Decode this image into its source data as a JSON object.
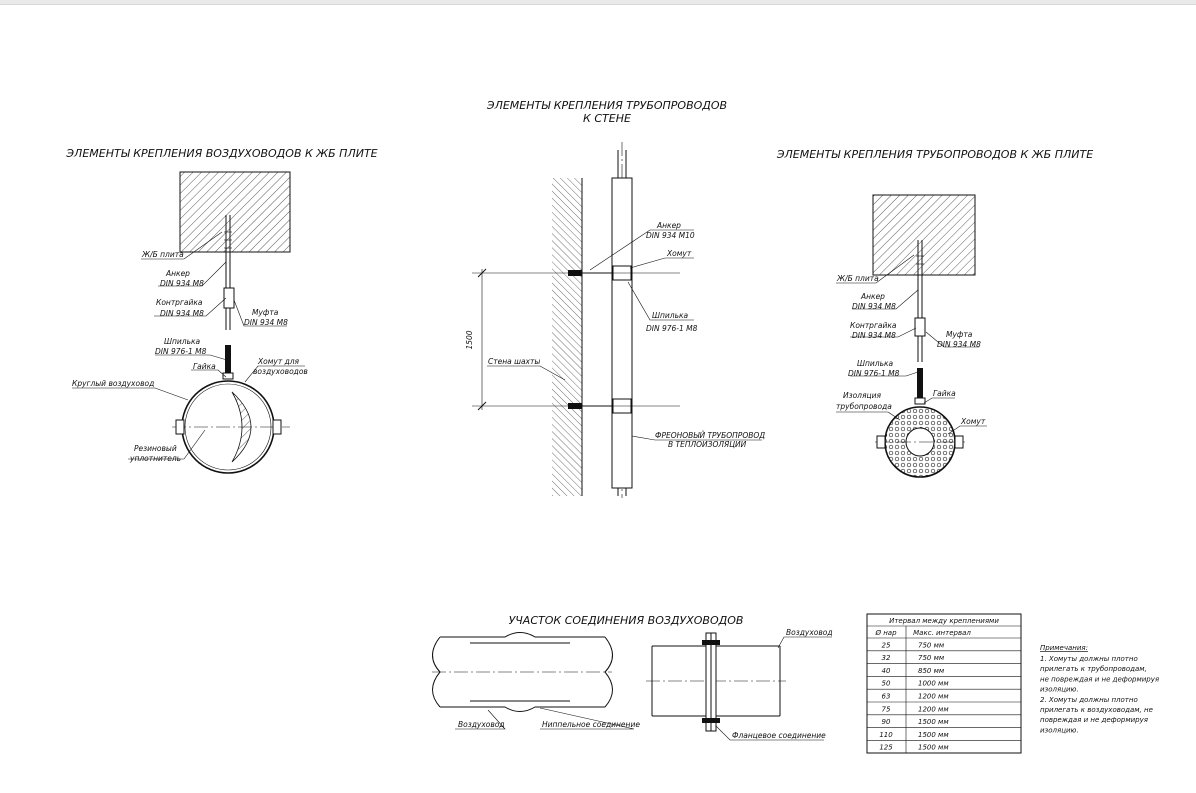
{
  "titles": {
    "duct_slab": "ЭЛЕМЕНТЫ КРЕПЛЕНИЯ ВОЗДУХОВОДОВ К ЖБ ПЛИТЕ",
    "pipe_wall_1": "ЭЛЕМЕНТЫ КРЕПЛЕНИЯ ТРУБОПРОВОДОВ",
    "pipe_wall_2": "К СТЕНЕ",
    "pipe_slab": "ЭЛЕМЕНТЫ КРЕПЛЕНИЯ ТРУБОПРОВОДОВ  К ЖБ ПЛИТЕ",
    "joint": "УЧАСТОК СОЕДИНЕНИЯ ВОЗДУХОВОДОВ"
  },
  "left_detail": {
    "slab": "Ж/Б плита",
    "anchor": "Анкер",
    "anchor_spec": "DIN 934  M8",
    "locknut": "Контргайка",
    "locknut_spec": "DIN 934  M8",
    "coupling": "Муфта",
    "coupling_spec": "DIN 934  M8",
    "stud": "Шпилька",
    "stud_spec": "DIN 976-1 M8",
    "nut": "Гайка",
    "clamp_1": "Хомут для",
    "clamp_2": "воздуховодов",
    "duct": "Круглый воздуховод",
    "seal_1": "Резиновый",
    "seal_2": "уплотнитель"
  },
  "center_detail": {
    "anchor": "Анкер",
    "anchor_spec": "DIN 934  M10",
    "clamp": "Хомут",
    "stud": "Шпилька",
    "stud_spec": "DIN 976-1 M8",
    "wall": "Стена шахты",
    "dimension": "1500",
    "pipe_1": "ФРЕОНОВЫЙ ТРУБОПРОВОД",
    "pipe_2": "В ТЕПЛОИЗОЛЯЦИИ"
  },
  "right_detail": {
    "slab": "Ж/Б плита",
    "anchor": "Анкер",
    "anchor_spec": "DIN 934  M8",
    "locknut": "Контргайка",
    "locknut_spec": "DIN 934  M8",
    "coupling": "Муфта",
    "coupling_spec": "DIN 934  M8",
    "stud": "Шпилька",
    "stud_spec": "DIN 976-1 M8",
    "nut": "Гайка",
    "insulation_1": "Изоляция",
    "insulation_2": "трубопровода",
    "clamp": "Хомут"
  },
  "joint_detail": {
    "duct_left": "Воздуховод",
    "nipple": "Ниппельное соединение",
    "duct_right": "Воздуховод",
    "flange": "Фланцевое соединение"
  },
  "interval_table": {
    "caption": "Итервал между креплениями",
    "headers": [
      "Ø нар",
      "Макс. интервал"
    ],
    "rows": [
      [
        "25",
        "750 мм"
      ],
      [
        "32",
        "750 мм"
      ],
      [
        "40",
        "850 мм"
      ],
      [
        "50",
        "1000 мм"
      ],
      [
        "63",
        "1200 мм"
      ],
      [
        "75",
        "1200 мм"
      ],
      [
        "90",
        "1500 мм"
      ],
      [
        "110",
        "1500 мм"
      ],
      [
        "125",
        "1500 мм"
      ]
    ]
  },
  "notes": {
    "title": "Примечания:",
    "lines": [
      "1.       Хомуты должны плотно",
      "прилегать к трубопроводам,",
      "не повреждая и не деформируя",
      "изоляцию.",
      "2.       Хомуты должны плотно",
      "прилегать к воздуховодам, не",
      "повреждая и не деформируя",
      "изоляцию."
    ]
  }
}
